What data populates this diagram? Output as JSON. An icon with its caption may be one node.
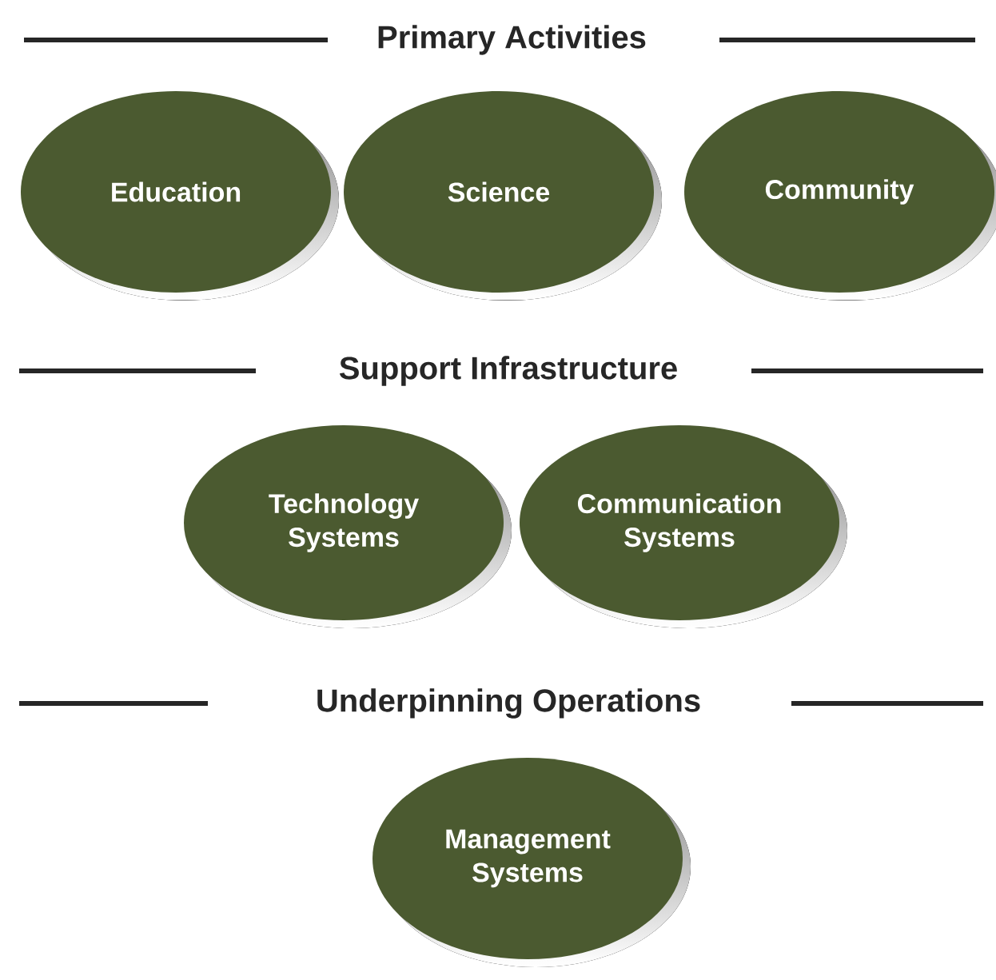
{
  "diagram": {
    "nodes": [
      {
        "text": [
          "Education"
        ]
      },
      {
        "text": [
          "Science"
        ]
      },
      {
        "text": [
          "Community"
        ]
      },
      {
        "text": [
          "Technology Systems"
        ]
      },
      {
        "text": [
          "Communication Systems"
        ]
      },
      {
        "text": [
          "Management Systems"
        ]
      }
    ],
    "labels": [
      "Primary Activities",
      "Support Infrastructure",
      "Underpinning Operations"
    ]
  }
}
